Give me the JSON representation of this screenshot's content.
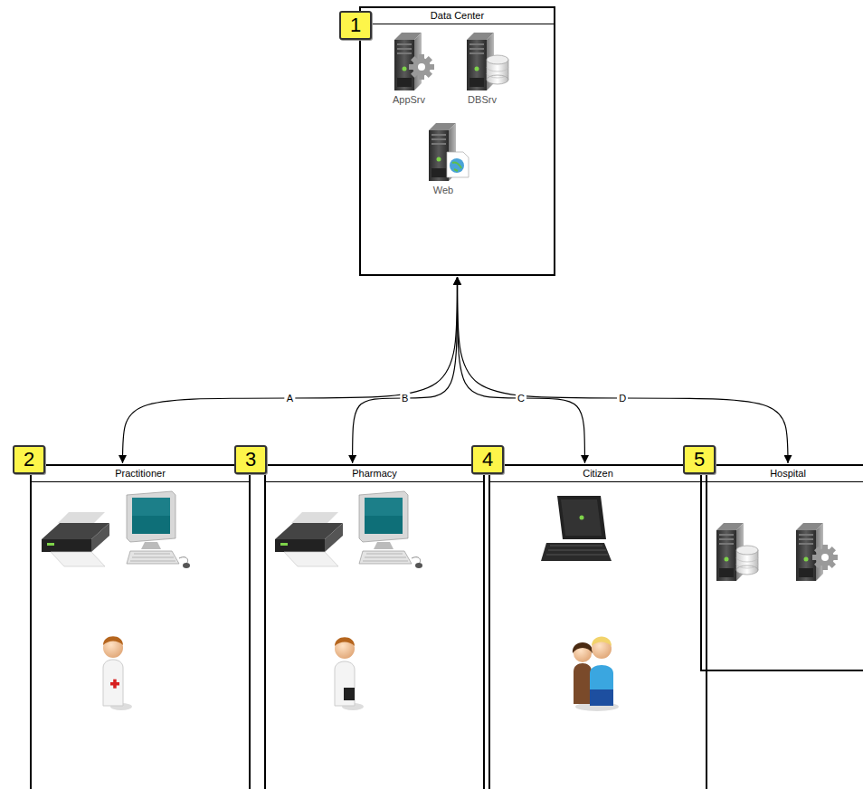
{
  "diagram": {
    "nodes": [
      {
        "text": [
          "Data Center"
        ]
      },
      {
        "text": [
          "Practitioner"
        ]
      },
      {
        "text": [
          "Pharmacy"
        ]
      },
      {
        "text": [
          "Citizen"
        ]
      },
      {
        "text": [
          "Hospital"
        ]
      }
    ],
    "edges": [
      {
        "from": 0,
        "to": 1,
        "label": "A",
        "arrow": "both"
      },
      {
        "from": 0,
        "to": 2,
        "label": "B",
        "arrow": "both"
      },
      {
        "from": 0,
        "to": 3,
        "label": "C",
        "arrow": "both"
      },
      {
        "from": 0,
        "to": 4,
        "label": "D",
        "arrow": "both"
      }
    ],
    "labels": [
      "1",
      "2",
      "3",
      "4",
      "5",
      "AppSrv",
      "DBSrv",
      "Web"
    ]
  }
}
